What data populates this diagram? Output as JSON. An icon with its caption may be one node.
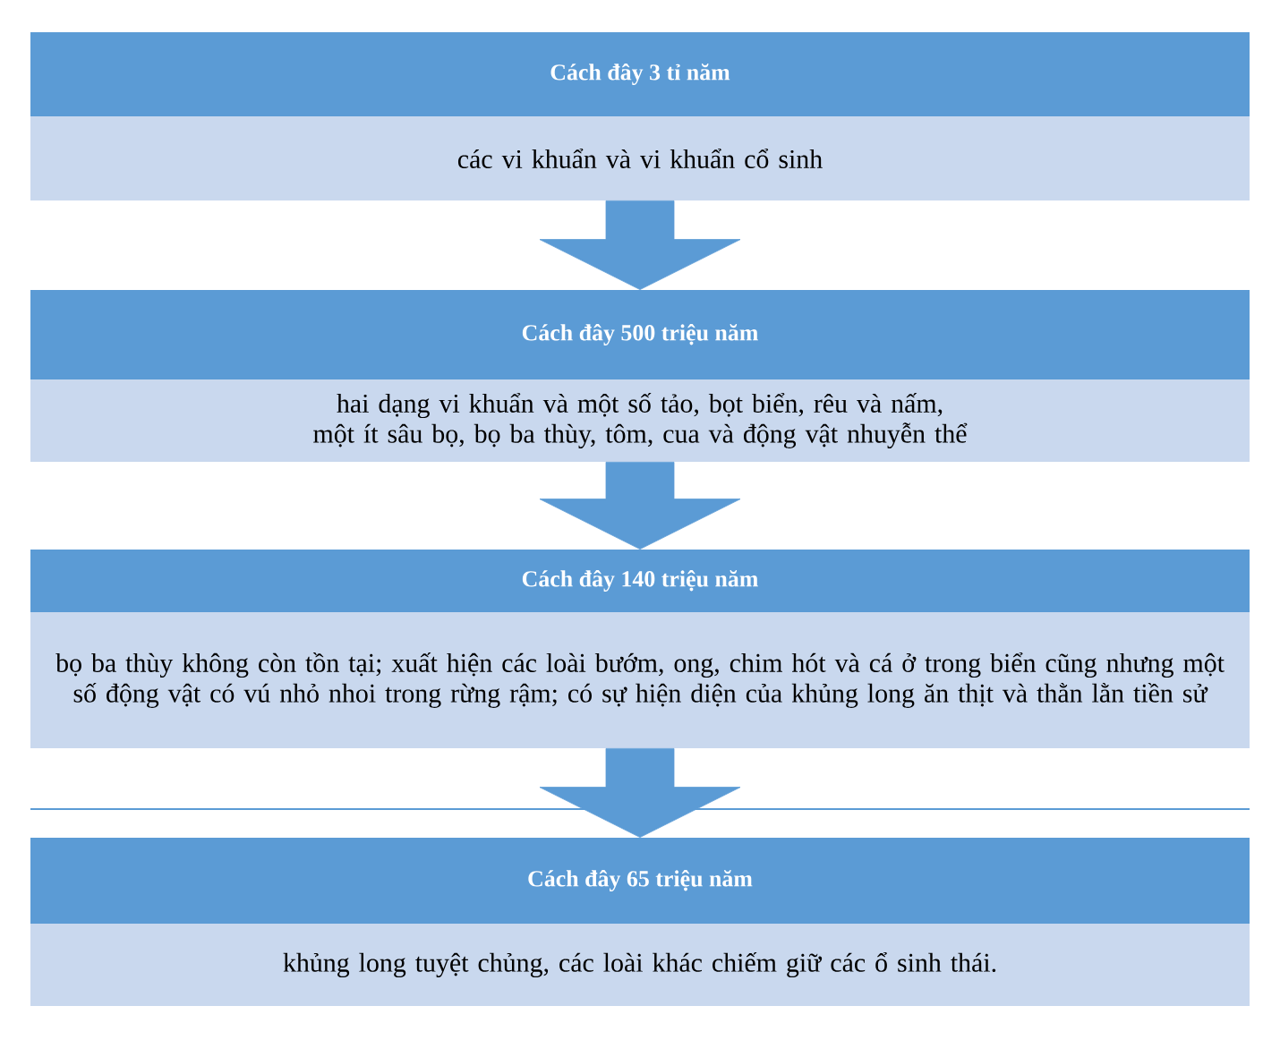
{
  "diagram": {
    "nodes": [
      {
        "text": [
          "Cách đây 3 tỉ năm",
          "các vi khuẩn và vi khuẩn cổ sinh"
        ]
      },
      {
        "text": [
          "Cách đây 500 triệu năm",
          "hai dạng vi khuẩn và một số tảo, bọt biển, rêu và nấm, một ít sâu bọ, bọ ba thùy, tôm, cua và động vật nhuyễn thể"
        ]
      },
      {
        "text": [
          "Cách đây 140 triệu năm",
          "bọ ba thùy không còn tồn tại; xuất hiện các loài bướm, ong, chim hót và cá ở trong biển cũng nhưng một số động vật có vú nhỏ nhoi trong rừng rậm; có sự hiện diện của khủng long ăn thịt và thằn lằn tiền sử"
        ]
      },
      {
        "text": [
          "Cách đây 65 triệu năm",
          "khủng long tuyệt chủng, các loài khác chiếm giữ các ổ sinh thái."
        ]
      }
    ],
    "edges": [
      {
        "from": 0,
        "to": 1,
        "arrow": "to"
      },
      {
        "from": 1,
        "to": 2,
        "arrow": "to"
      },
      {
        "from": 2,
        "to": 3,
        "arrow": "to"
      }
    ]
  }
}
